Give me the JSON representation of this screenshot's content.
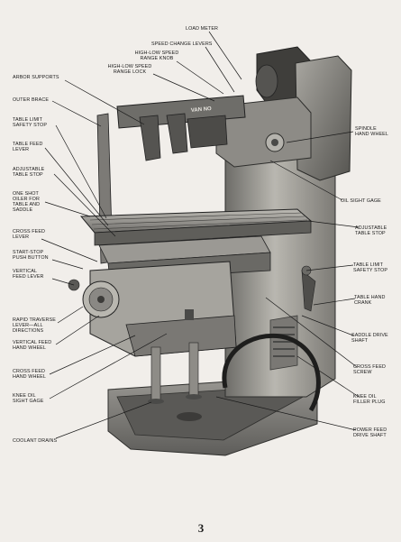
{
  "labels": {
    "load_meter": "LOAD METER",
    "speed_change_levers": "SPEED CHANGE LEVERS",
    "hl_speed_range_knob_1": "HIGH-LOW SPEED",
    "hl_speed_range_knob_2": "RANGE KNOB",
    "hl_speed_range_lock_1": "HIGH-LOW SPEED",
    "hl_speed_range_lock_2": "RANGE LOCK",
    "arbor_supports": "ARBOR SUPPORTS",
    "outer_brace": "OUTER BRACE",
    "table_limit_safety_stop_l_1": "TABLE LIMIT",
    "table_limit_safety_stop_l_2": "SAFETY STOP",
    "table_feed_lever_1": "TABLE FEED",
    "table_feed_lever_2": "LEVER",
    "adjustable_table_stop_l_1": "ADJUSTABLE",
    "adjustable_table_stop_l_2": "TABLE STOP",
    "one_shot_oiler_1": "ONE SHOT",
    "one_shot_oiler_2": "OILER FOR",
    "one_shot_oiler_3": "TABLE AND",
    "one_shot_oiler_4": "SADDLE",
    "cross_feed_lever_1": "CROSS FEED",
    "cross_feed_lever_2": "LEVER",
    "start_stop_1": "START-STOP",
    "start_stop_2": "PUSH BUTTON",
    "vertical_feed_lever_1": "VERTICAL",
    "vertical_feed_lever_2": "FEED LEVER",
    "rapid_traverse_1": "RAPID TRAVERSE",
    "rapid_traverse_2": "LEVER—ALL",
    "rapid_traverse_3": "DIRECTIONS",
    "vertical_feed_hw_1": "VERTICAL FEED",
    "vertical_feed_hw_2": "HAND WHEEL",
    "cross_feed_hw_1": "CROSS FEED",
    "cross_feed_hw_2": "HAND WHEEL",
    "knee_oil_sight_1": "KNEE OIL",
    "knee_oil_sight_2": "SIGHT GAGE",
    "coolant_drains": "COOLANT DRAINS",
    "spindle_hw_1": "SPINDLE",
    "spindle_hw_2": "HAND WHEEL",
    "oil_sight_gage": "OIL SIGHT GAGE",
    "adjustable_table_stop_r_1": "ADJUSTABLE",
    "adjustable_table_stop_r_2": "TABLE STOP",
    "table_limit_safety_stop_r_1": "TABLE LIMIT",
    "table_limit_safety_stop_r_2": "SAFETY STOP",
    "table_hand_crank_1": "TABLE HAND",
    "table_hand_crank_2": "CRANK",
    "saddle_drive_shaft_1": "SADDLE DRIVE",
    "saddle_drive_shaft_2": "SHAFT",
    "cross_feed_screw_1": "CROSS FEED",
    "cross_feed_screw_2": "SCREW",
    "knee_oil_filler_1": "KNEE OIL",
    "knee_oil_filler_2": "FILLER PLUG",
    "power_feed_drive_1": "POWER FEED",
    "power_feed_drive_2": "DRIVE SHAFT",
    "nameplate": "VAN NO"
  },
  "page_number": "3",
  "colors": {
    "paper": "#f1eeea",
    "machine_dark": "#4a4a48",
    "machine_mid": "#8a8a86",
    "machine_light": "#c8c6c0",
    "ink": "#1a1a1a"
  }
}
